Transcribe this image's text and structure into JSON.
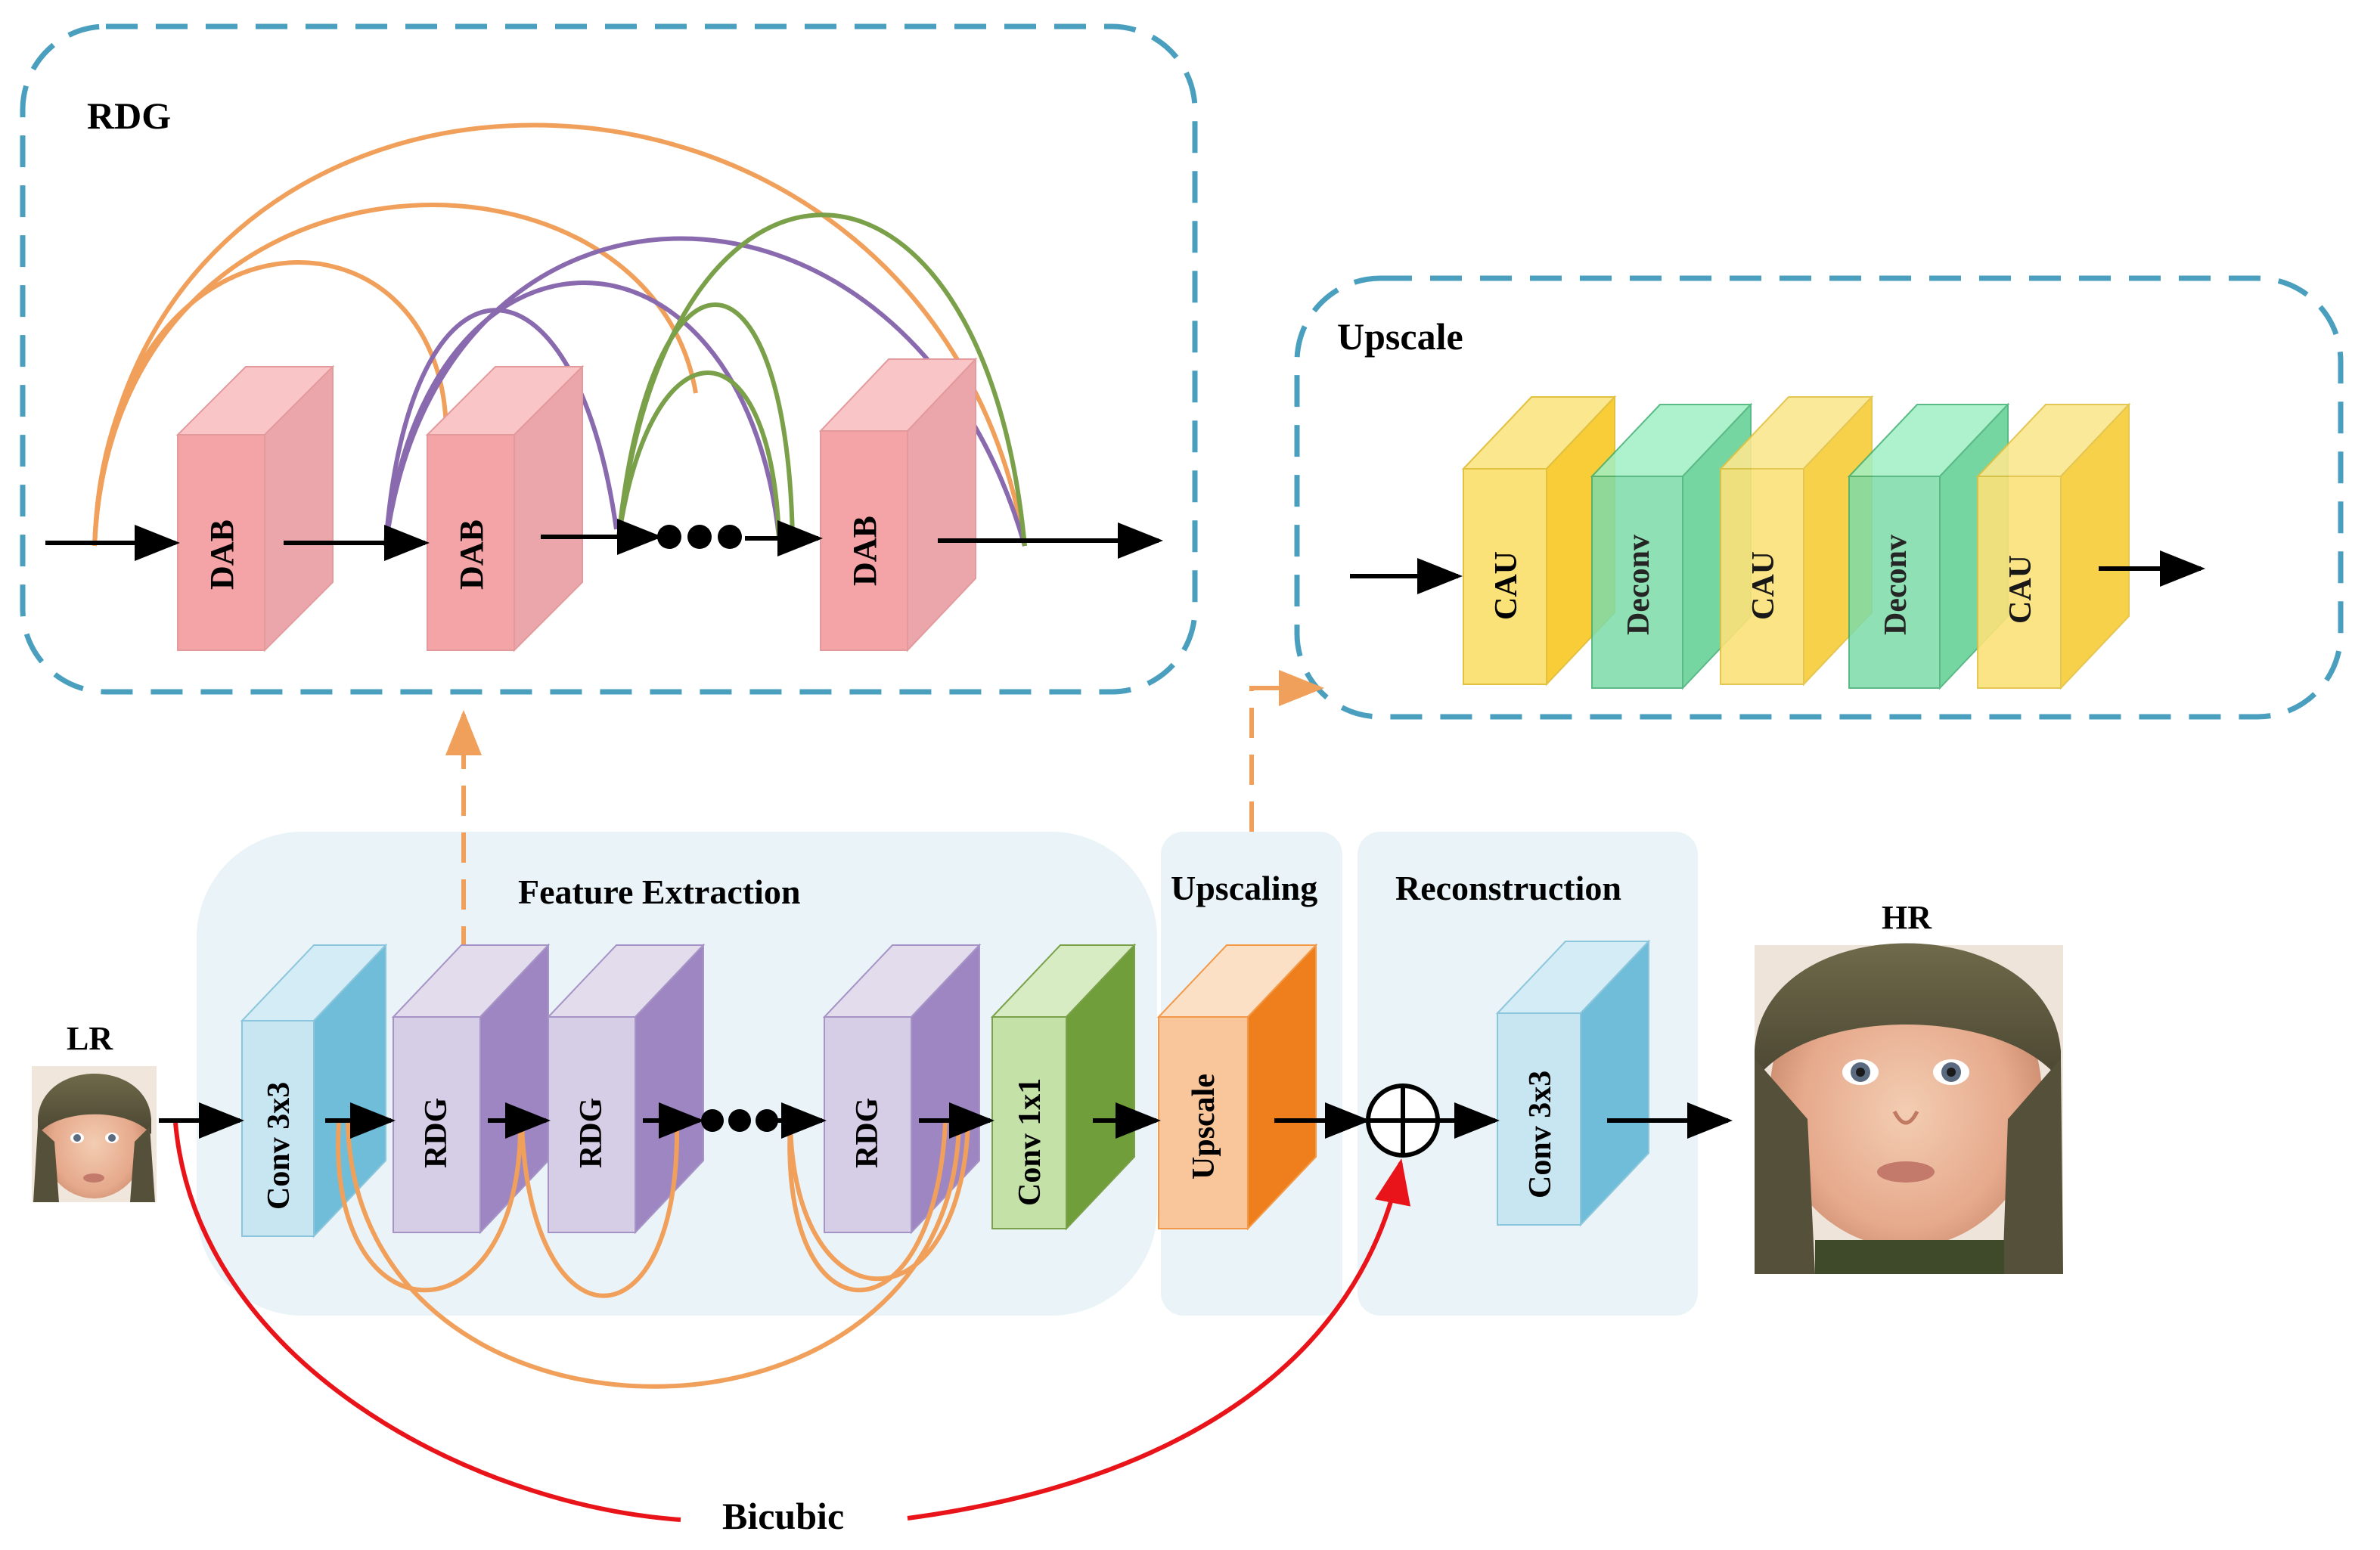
{
  "rdg_group": {
    "title": "RDG",
    "block_label": "DAB"
  },
  "upscale_group": {
    "title": "Upscale",
    "blocks": [
      "CAU",
      "Deconv",
      "CAU",
      "Deconv",
      "CAU"
    ]
  },
  "pipeline": {
    "lr_label": "LR",
    "hr_label": "HR",
    "feature_extraction_title": "Feature Extraction",
    "upscaling_title": "Upscaling",
    "reconstruction_title": "Reconstruction",
    "conv_in": "Conv 3x3",
    "rdg_block": "RDG",
    "conv_1x1": "Conv 1x1",
    "upscale_block": "Upscale",
    "conv_out": "Conv 3x3",
    "bicubic": "Bicubic"
  },
  "colors": {
    "dashed_border": "#4a9fbf",
    "dab": "#f4a3a6",
    "conv": "#a8d8ea",
    "rdg": "#c7b8dc",
    "conv1x1": "#8cc063",
    "upscale": "#f29a4a",
    "cau": "#f8d64a",
    "deconv": "#6fd6a6",
    "orange_skip": "#f0a05a",
    "purple_skip": "#8a6aae",
    "green_skip": "#7aa04a",
    "bicubic_line": "#e8141a",
    "panel_bg": "#eaf3f7"
  }
}
